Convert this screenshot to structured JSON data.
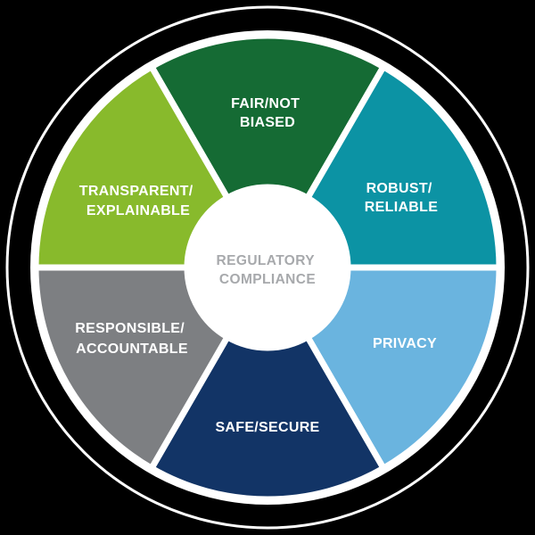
{
  "diagram": {
    "outer_ring_text": "",
    "center": {
      "lines": [
        "REGULATORY",
        "COMPLIANCE"
      ],
      "color": "#a7a9ac"
    },
    "segments": [
      {
        "id": "fair",
        "lines": [
          "FAIR/NOT",
          "BIASED"
        ],
        "color": "#156b34"
      },
      {
        "id": "robust",
        "lines": [
          "ROBUST/",
          "RELIABLE"
        ],
        "color": "#0c93a4"
      },
      {
        "id": "privacy",
        "lines": [
          "PRIVACY"
        ],
        "color": "#6ab4df"
      },
      {
        "id": "safe",
        "lines": [
          "SAFE/SECURE"
        ],
        "color": "#123466"
      },
      {
        "id": "responsible",
        "lines": [
          "RESPONSIBLE/",
          "ACCOUNTABLE"
        ],
        "color": "#7d7f82"
      },
      {
        "id": "transparent",
        "lines": [
          "TRANSPARENT/",
          "EXPLAINABLE"
        ],
        "color": "#88ba2c"
      }
    ],
    "colors": {
      "background": "#000000",
      "ring": "#ffffff",
      "separator": "#ffffff",
      "center_fill": "#ffffff"
    }
  }
}
